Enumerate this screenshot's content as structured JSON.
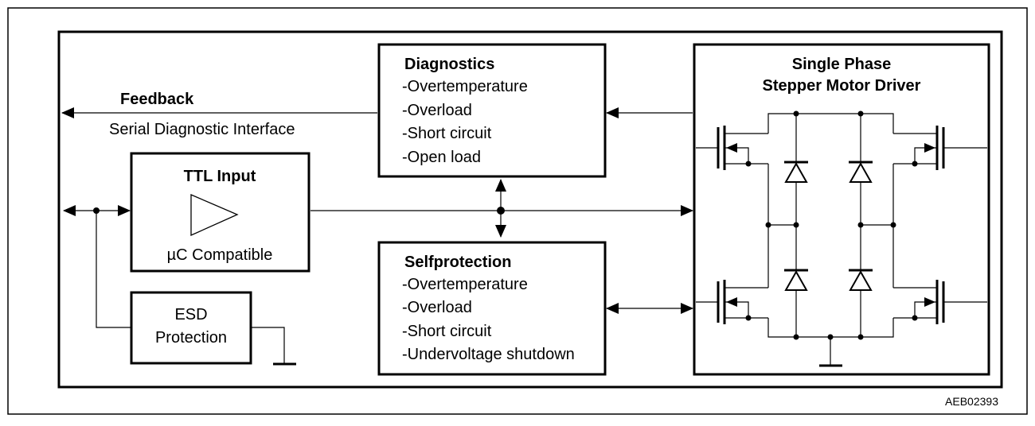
{
  "feedback": {
    "title": "Feedback",
    "subtitle": "Serial Diagnostic Interface"
  },
  "ttl_input": {
    "title": "TTL Input",
    "caption": "µC Compatible"
  },
  "esd": {
    "line1": "ESD",
    "line2": "Protection"
  },
  "diagnostics": {
    "title": "Diagnostics",
    "items": [
      "-Overtemperature",
      "-Overload",
      "-Short circuit",
      "-Open load"
    ]
  },
  "selfprotection": {
    "title": "Selfprotection",
    "items": [
      "-Overtemperature",
      "-Overload",
      "-Short circuit",
      "-Undervoltage shutdown"
    ]
  },
  "driver": {
    "title_line1": "Single Phase",
    "title_line2": "Stepper Motor Driver"
  },
  "figure_id": "AEB02393"
}
